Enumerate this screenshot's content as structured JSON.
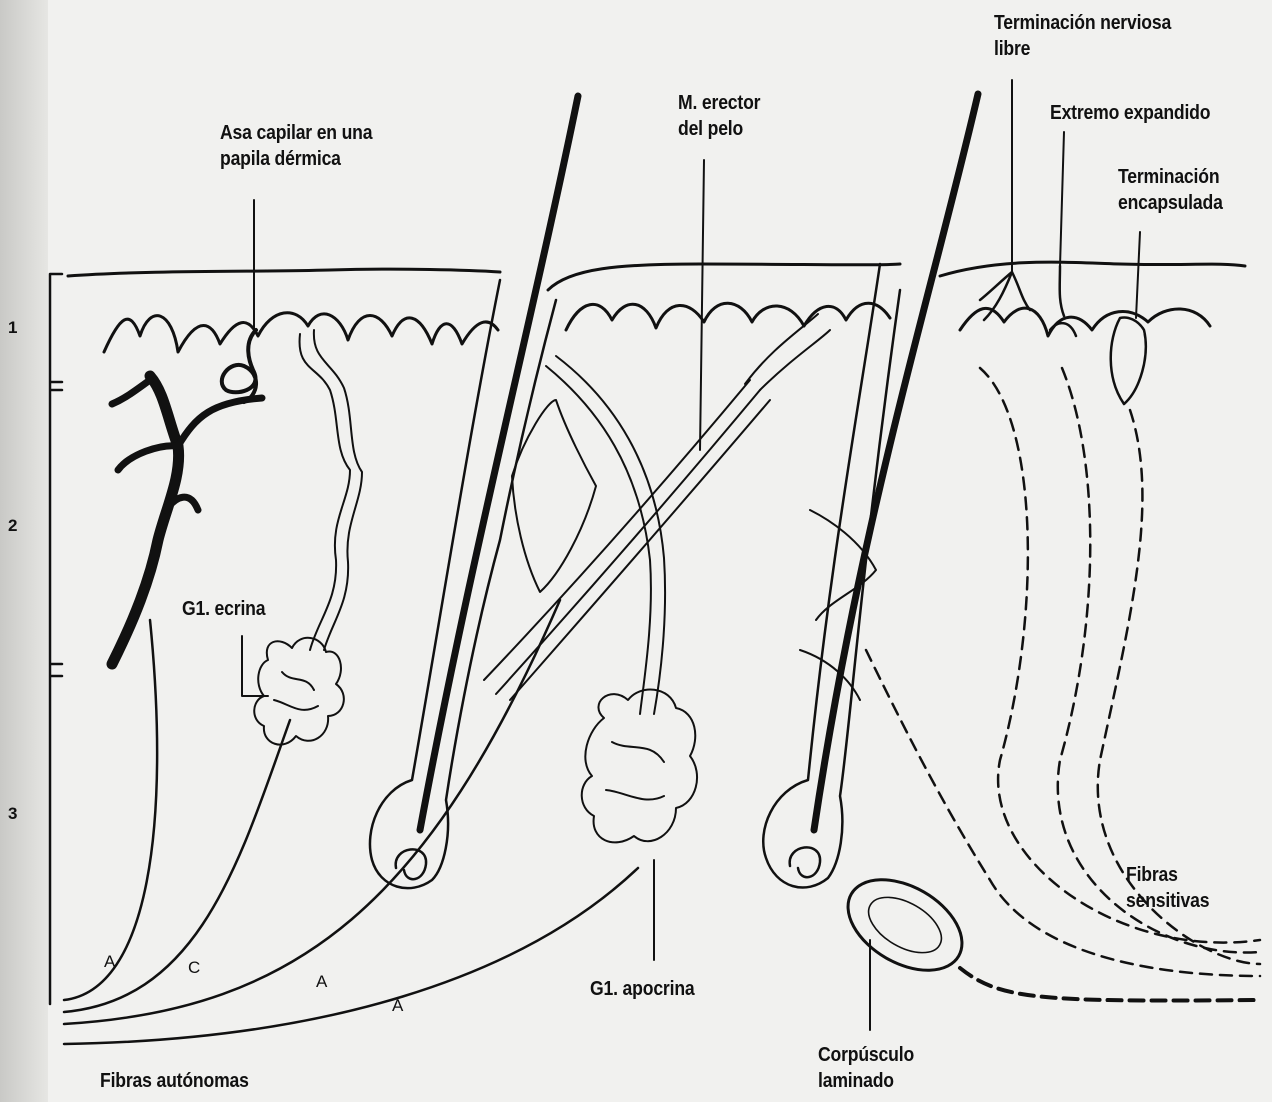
{
  "labels": {
    "asa_capilar": [
      "Asa capilar en una",
      "papila dérmica"
    ],
    "erector": [
      "M. erector",
      "del pelo"
    ],
    "terminacion_libre": [
      "Terminación nerviosa",
      "libre"
    ],
    "extremo": "Extremo expandido",
    "encapsulada": [
      "Terminación",
      "encapsulada"
    ],
    "ecrina": "G1. ecrina",
    "apocrina": "G1. apocrina",
    "fibras_sensitivas": [
      "Fibras",
      "sensitivas"
    ],
    "corpusculo": [
      "Corpúsculo",
      "laminado"
    ],
    "fibras_autonomas": "Fibras autónomas"
  },
  "layers": [
    "1",
    "2",
    "3"
  ],
  "fiber_letters": [
    "A",
    "C",
    "A",
    "A"
  ]
}
